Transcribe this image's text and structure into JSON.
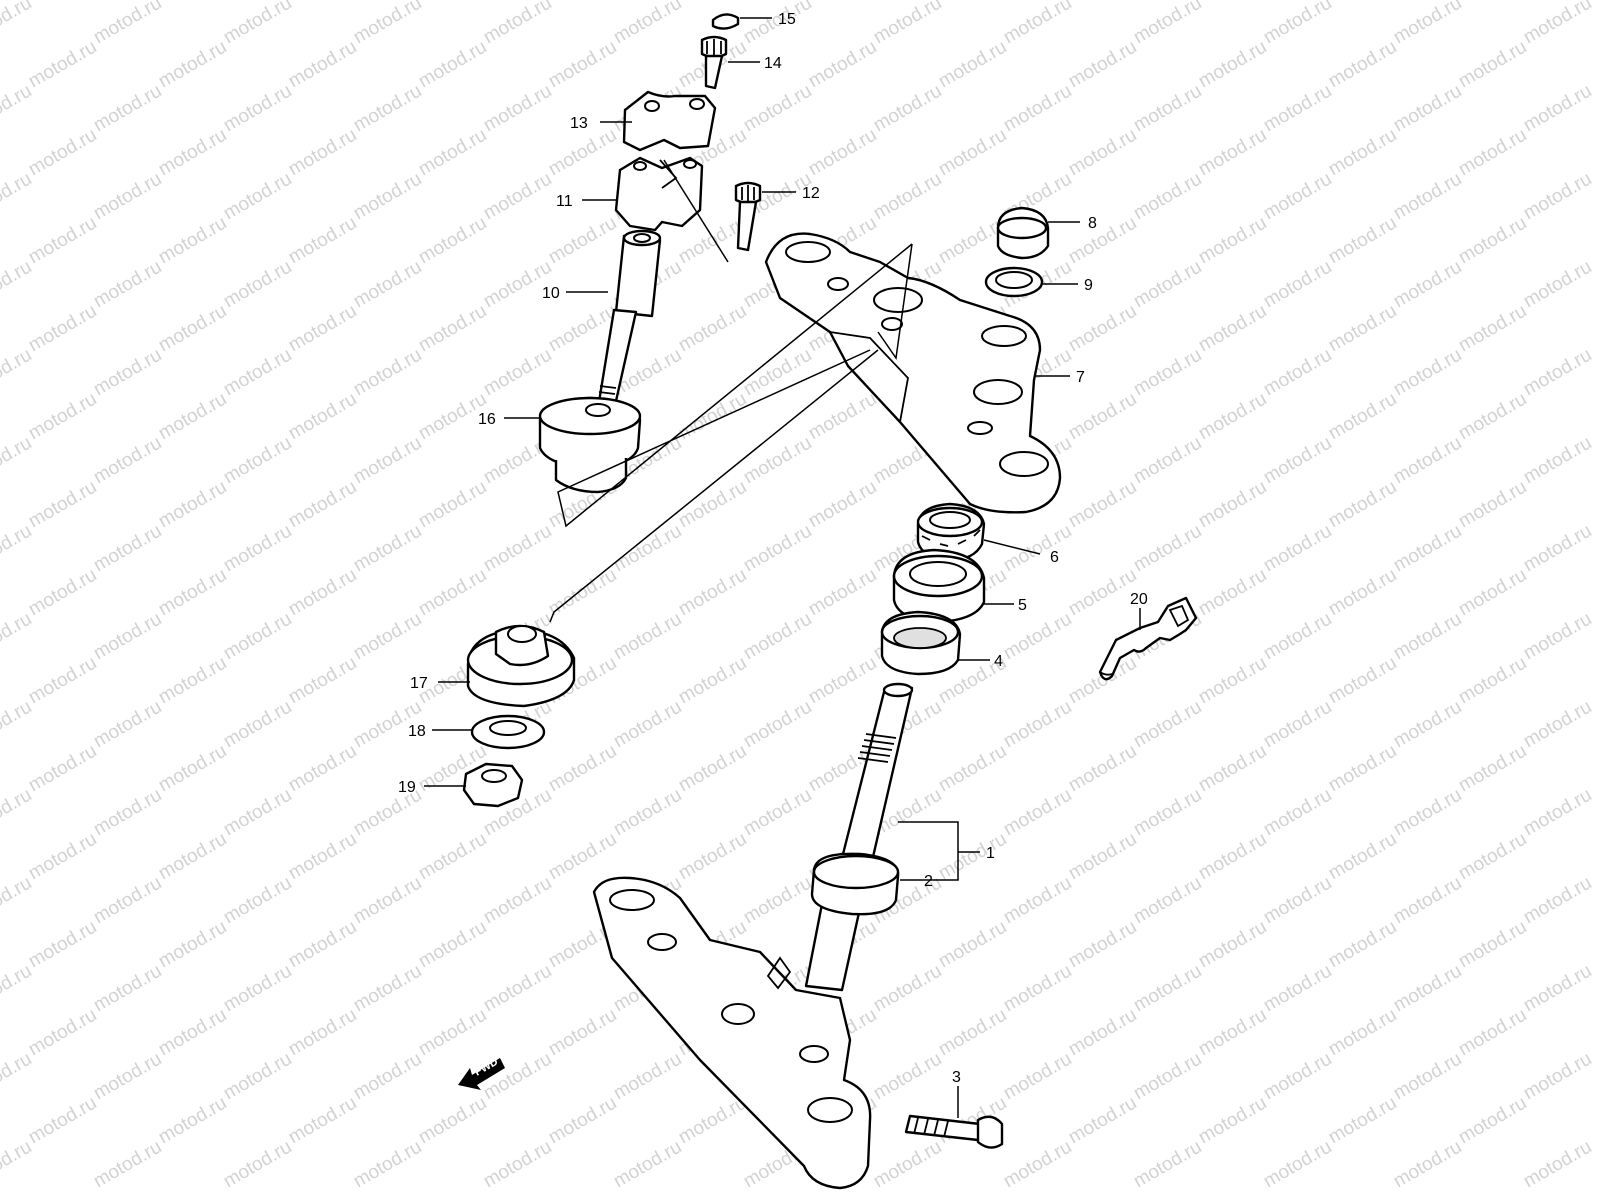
{
  "watermark": "motod.ru",
  "fwd_label": "FWD",
  "callouts": [
    "1",
    "2",
    "3",
    "4",
    "5",
    "6",
    "7",
    "8",
    "9",
    "10",
    "11",
    "12",
    "13",
    "14",
    "15",
    "16",
    "17",
    "18",
    "19",
    "20"
  ],
  "parts": [
    "stem-lower-bracket",
    "dust-seal-ring",
    "bracket-bolt",
    "lower-bearing",
    "upper-bearing",
    "steering-stem-nut",
    "upper-bracket",
    "stem-head-cap",
    "cap-washer",
    "handlebar-riser",
    "handlebar-lower-holder",
    "holder-bolt-12",
    "handlebar-upper-holder",
    "holder-bolt-14",
    "bolt-cap",
    "riser-damper",
    "riser-bearing",
    "riser-washer",
    "riser-nut",
    "bracket-plug"
  ]
}
